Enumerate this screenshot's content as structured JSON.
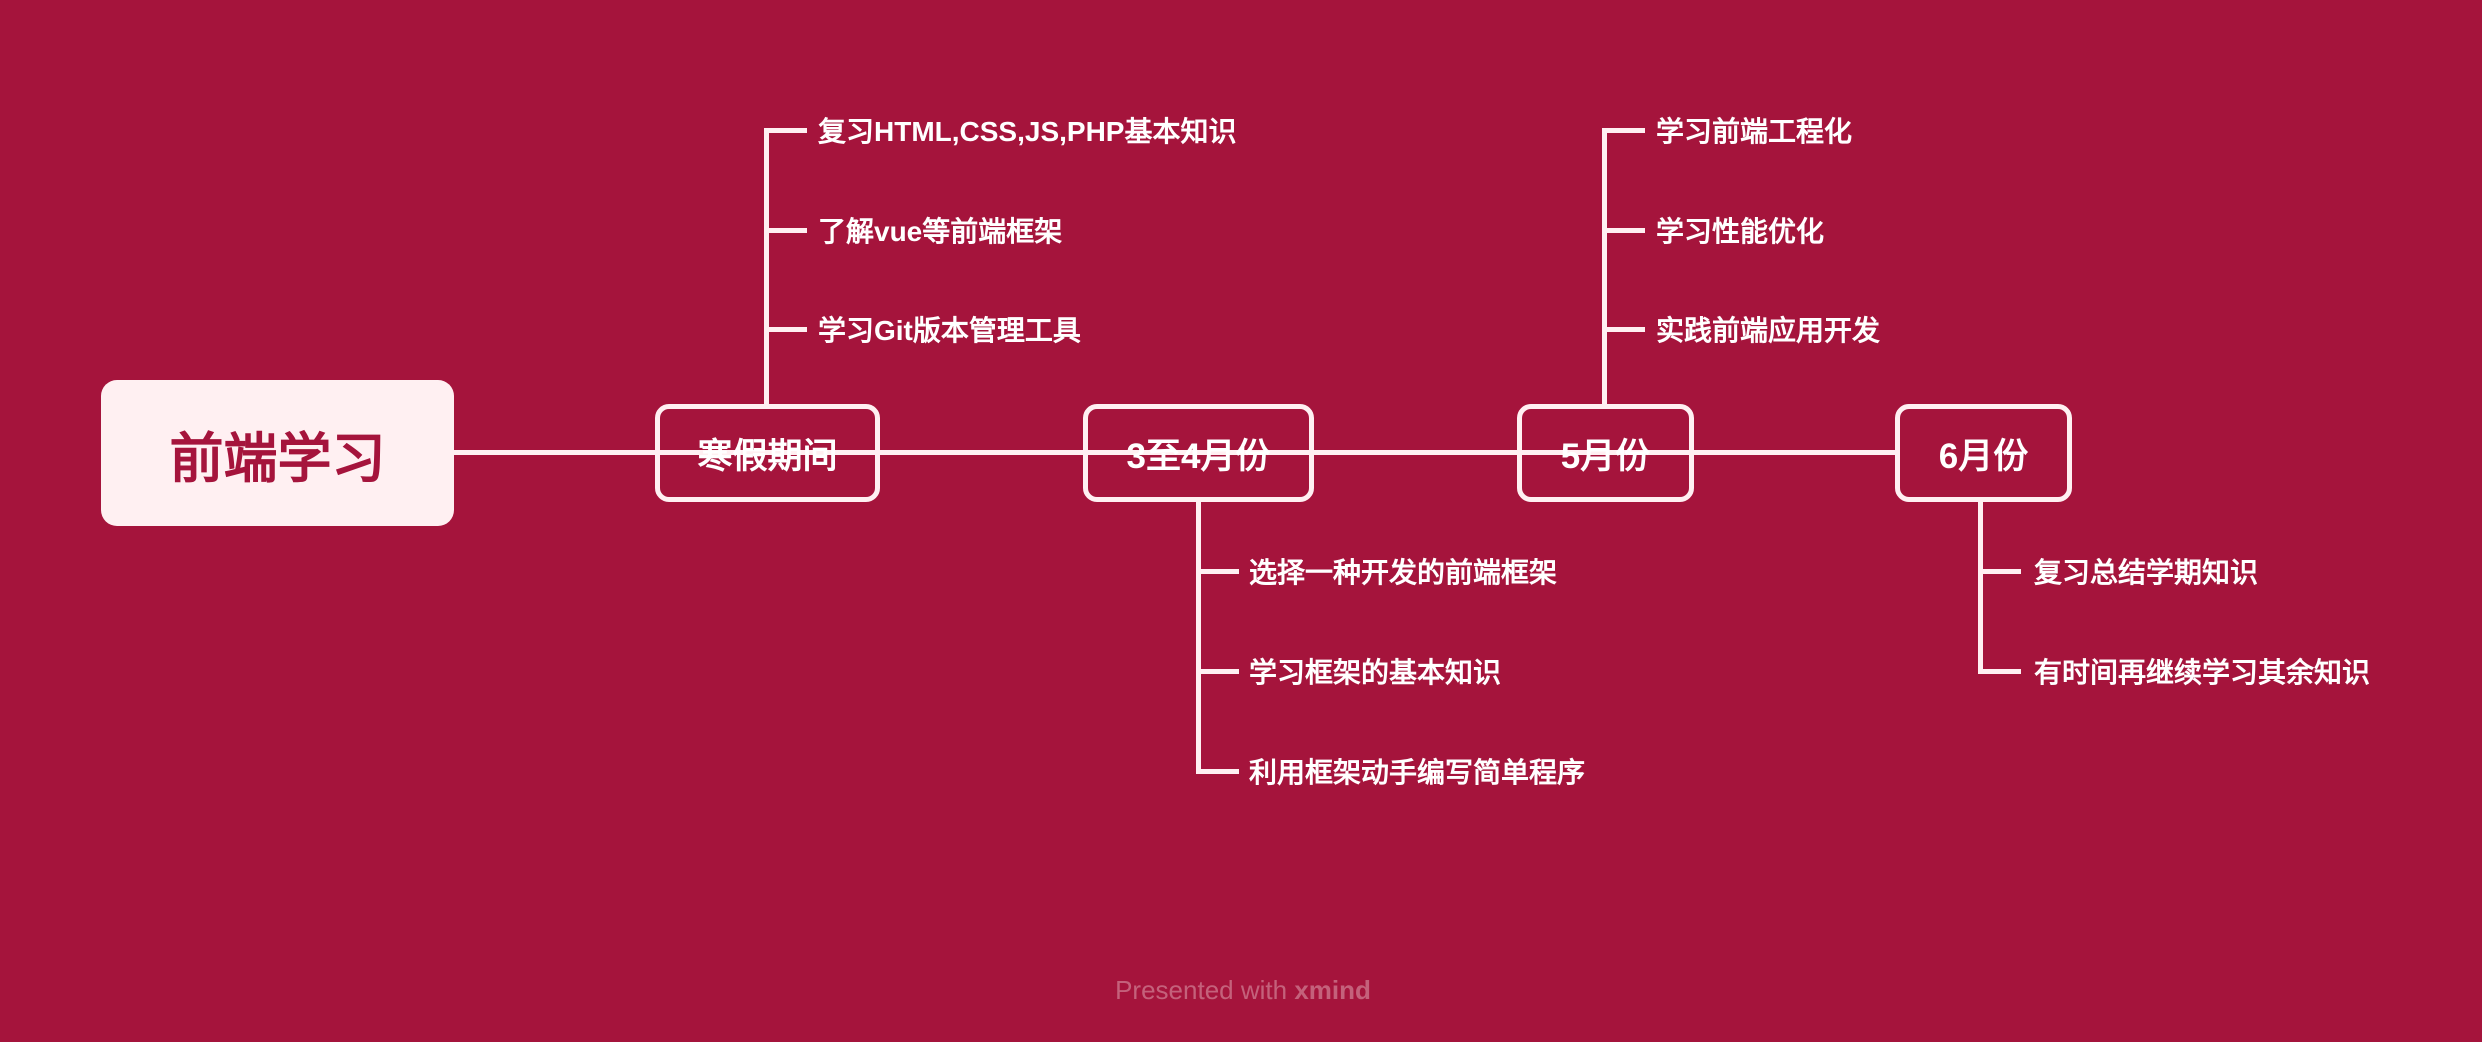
{
  "root": {
    "label": "前端学习"
  },
  "topics": [
    {
      "label": "寒假期间",
      "children": [
        "复习HTML,CSS,JS,PHP基本知识",
        "了解vue等前端框架",
        "学习Git版本管理工具"
      ]
    },
    {
      "label": "3至4月份",
      "children": [
        "选择一种开发的前端框架",
        "学习框架的基本知识",
        "利用框架动手编写简单程序"
      ]
    },
    {
      "label": "5月份",
      "children": [
        "学习前端工程化",
        "学习性能优化",
        "实践前端应用开发"
      ]
    },
    {
      "label": "6月份",
      "children": [
        "复习总结学期知识",
        "有时间再继续学习其余知识"
      ]
    }
  ],
  "footer": {
    "prefix": "Presented with",
    "brand": "xmind"
  },
  "colors": {
    "background": "#a5143c",
    "root_fill": "#fff0f2",
    "line": "#fff0f2"
  }
}
